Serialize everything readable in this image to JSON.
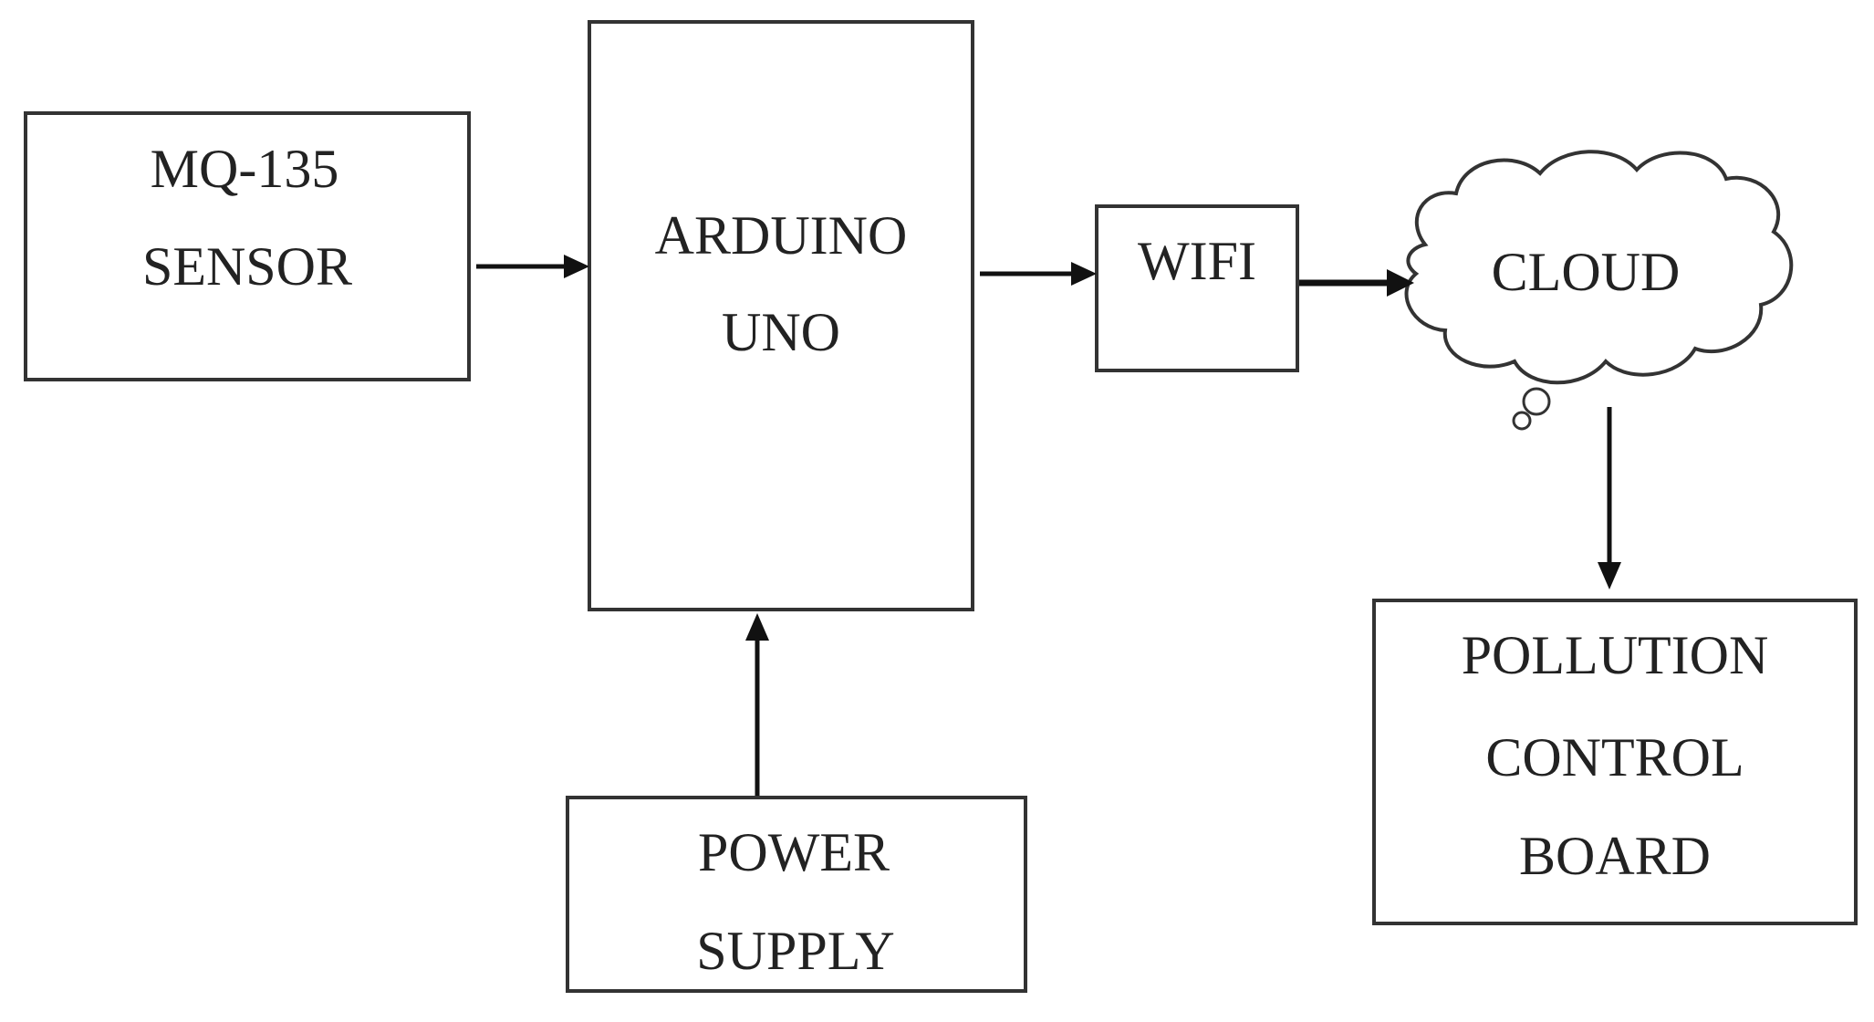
{
  "blocks": {
    "sensor": {
      "lines": [
        "MQ-135",
        "SENSOR"
      ]
    },
    "arduino": {
      "lines": [
        "ARDUINO",
        "UNO"
      ]
    },
    "wifi": {
      "lines": [
        "WIFI"
      ]
    },
    "cloud": {
      "lines": [
        "CLOUD"
      ]
    },
    "power": {
      "lines": [
        "POWER",
        "SUPPLY"
      ]
    },
    "board": {
      "lines": [
        "POLLUTION",
        "CONTROL",
        "BOARD"
      ]
    }
  },
  "connections": [
    {
      "from": "sensor",
      "to": "arduino"
    },
    {
      "from": "arduino",
      "to": "wifi"
    },
    {
      "from": "wifi",
      "to": "cloud"
    },
    {
      "from": "cloud",
      "to": "board"
    },
    {
      "from": "power",
      "to": "arduino"
    }
  ]
}
